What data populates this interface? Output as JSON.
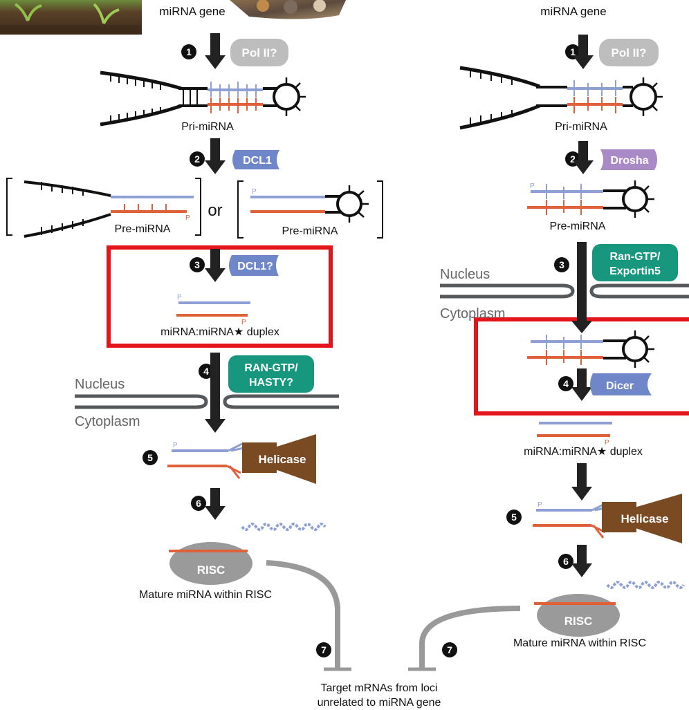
{
  "left": {
    "gene": "miRNA gene",
    "pol": "Pol II?",
    "pri": "Pri-miRNA",
    "dcl1": "DCL1",
    "or": "or",
    "pre_a": "Pre-miRNA",
    "pre_b": "Pre-miRNA",
    "dcl1q": "DCL1?",
    "duplex": "miRNA:miRNA★ duplex",
    "ran_l1": "RAN-GTP/",
    "ran_l2": "HASTY?",
    "nucleus": "Nucleus",
    "cytoplasm": "Cytoplasm",
    "helicase": "Helicase",
    "risc": "RISC",
    "mature": "Mature miRNA within RISC"
  },
  "right": {
    "gene": "miRNA gene",
    "pol": "Pol II?",
    "pri": "Pri-miRNA",
    "drosha": "Drosha",
    "pre": "Pre-miRNA",
    "ran_l1": "Ran-GTP/",
    "ran_l2": "Exportin5",
    "nucleus": "Nucleus",
    "cytoplasm": "Cytoplasm",
    "dicer": "Dicer",
    "duplex": "miRNA:miRNA★ duplex",
    "helicase": "Helicase",
    "risc": "RISC",
    "mature": "Mature miRNA within RISC"
  },
  "bottom": {
    "target_l1": "Target mRNAs from loci",
    "target_l2": "unrelated to miRNA gene"
  },
  "steps": [
    "1",
    "2",
    "3",
    "4",
    "5",
    "6",
    "7"
  ],
  "strand_p": "P",
  "colors": {
    "blue_strand": "#8e9fd3",
    "red_strand": "#e0603a",
    "gray_pill": "#bdbdbd",
    "blue_pill": "#6f86c8",
    "purple_pill": "#a989c6",
    "teal_pill": "#16977e",
    "helicase": "#7a4a22",
    "risc": "#9a9a9a",
    "highlight": "#e5141a",
    "membrane": "#55595c"
  }
}
